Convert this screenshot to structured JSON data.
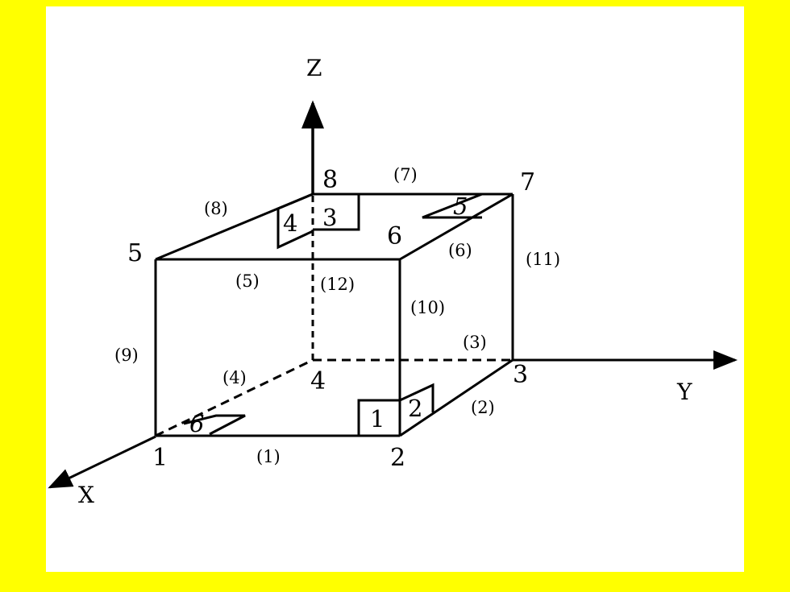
{
  "colors": {
    "background": "#ffff00",
    "panel": "#ffffff",
    "ink": "#000000"
  },
  "axes": {
    "x": "X",
    "y": "Y",
    "z": "Z"
  },
  "nodes": [
    "1",
    "2",
    "3",
    "4",
    "5",
    "6",
    "7",
    "8"
  ],
  "edges": [
    "(1)",
    "(2)",
    "(3)",
    "(4)",
    "(5)",
    "(6)",
    "(7)",
    "(8)",
    "(9)",
    "(10)",
    "(11)",
    "(12)"
  ],
  "faces": [
    "1",
    "2",
    "3",
    "4",
    "5",
    "6"
  ]
}
